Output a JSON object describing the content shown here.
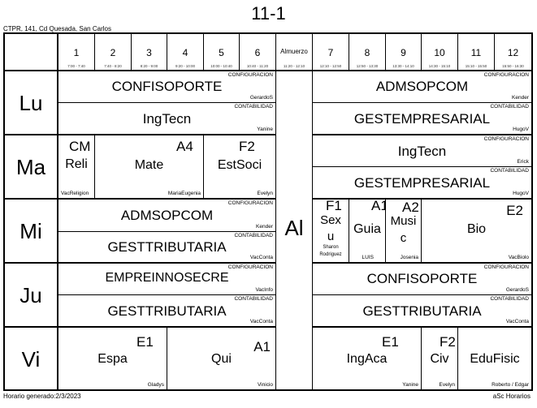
{
  "title": "11-1",
  "school": "CTPR, 141, Cd Quesada, San Carlos",
  "footer_left": "Horario generado:2/3/2023",
  "footer_right": "aSc Horarios",
  "periods": [
    {
      "n": "1",
      "t": "7:00 - 7:40"
    },
    {
      "n": "2",
      "t": "7:40 - 8:20"
    },
    {
      "n": "3",
      "t": "8:20 - 9:00"
    },
    {
      "n": "4",
      "t": "9:20 - 10:00"
    },
    {
      "n": "5",
      "t": "10:00 - 10:40"
    },
    {
      "n": "6",
      "t": "10:40 - 11:20"
    },
    {
      "n": "7",
      "t": "12:10 - 12:50"
    },
    {
      "n": "8",
      "t": "12:50 - 13:30"
    },
    {
      "n": "9",
      "t": "13:30 - 14:10"
    },
    {
      "n": "10",
      "t": "14:30 - 15:10"
    },
    {
      "n": "11",
      "t": "15:10 - 15:50"
    },
    {
      "n": "12",
      "t": "15:50 - 16:30"
    }
  ],
  "lunch": {
    "label": "Almuerzo",
    "time": "11:20 - 12:10",
    "vertical": "Al"
  },
  "days": [
    "Lu",
    "Ma",
    "Mi",
    "Ju",
    "Vi"
  ],
  "lessons": {
    "lu_am_1": {
      "subject": "CONFISOPORTE",
      "group": "CONFIGURACION",
      "teacher": "GerardoS"
    },
    "lu_am_2": {
      "subject": "IngTecn",
      "group": "CONTABILIDAD",
      "teacher": "Yanine"
    },
    "lu_pm_1": {
      "subject": "ADMSOPCOM",
      "group": "CONFIGURACION",
      "teacher": "Kender"
    },
    "lu_pm_2": {
      "subject": "GESTEMPRESARIAL",
      "group": "CONTABILIDAD",
      "teacher": "HugoV"
    },
    "ma_1": {
      "room": "CM",
      "subject": "Reli",
      "teacher": "VacReligion"
    },
    "ma_2": {
      "room": "A4",
      "subject": "Mate",
      "teacher": "MariaEugenia"
    },
    "ma_3": {
      "room": "F2",
      "subject": "EstSoci",
      "teacher": "Evelyn"
    },
    "ma_pm_1": {
      "subject": "IngTecn",
      "group": "CONFIGURACION",
      "teacher": "Erick"
    },
    "ma_pm_2": {
      "subject": "GESTEMPRESARIAL",
      "group": "CONTABILIDAD",
      "teacher": "HugoV"
    },
    "mi_am_1": {
      "subject": "ADMSOPCOM",
      "group": "CONFIGURACION",
      "teacher": "Kender"
    },
    "mi_am_2": {
      "subject": "GESTTRIBUTARIA",
      "group": "CONTABILIDAD",
      "teacher": "VacConta"
    },
    "mi_1": {
      "room": "F1",
      "subject_a": "Sex",
      "subject_b": "u",
      "teacher_a": "Sharon",
      "teacher_b": "Rodriguez"
    },
    "mi_2": {
      "room": "A1",
      "subject": "Guia",
      "teacher": "LUIS"
    },
    "mi_3": {
      "room": "A2",
      "subject_a": "Musi",
      "subject_b": "c",
      "teacher": "Josenia"
    },
    "mi_4": {
      "room": "E2",
      "subject": "Bio",
      "teacher": "VacBiolo"
    },
    "ju_am_1": {
      "subject": "EMPREINNOSECRE",
      "group": "CONFIGURACION",
      "teacher": "VacInfo"
    },
    "ju_am_2": {
      "subject": "GESTTRIBUTARIA",
      "group": "CONTABILIDAD",
      "teacher": "VacConta"
    },
    "ju_pm_1": {
      "subject": "CONFISOPORTE",
      "group": "CONFIGURACION",
      "teacher": "GerardoS"
    },
    "ju_pm_2": {
      "subject": "GESTTRIBUTARIA",
      "group": "CONTABILIDAD",
      "teacher": "VacConta"
    },
    "vi_1": {
      "room": "E1",
      "subject": "Espa",
      "teacher": "Gladys"
    },
    "vi_2": {
      "room": "A1",
      "subject": "Qui",
      "teacher": "Vinicio"
    },
    "vi_3": {
      "room": "E1",
      "subject": "IngAca",
      "teacher": "Yanine"
    },
    "vi_4": {
      "room": "F2",
      "subject": "Civ",
      "teacher": "Evelyn"
    },
    "vi_5": {
      "subject": "EduFisic",
      "teacher": "Roberto / Edgar"
    }
  }
}
